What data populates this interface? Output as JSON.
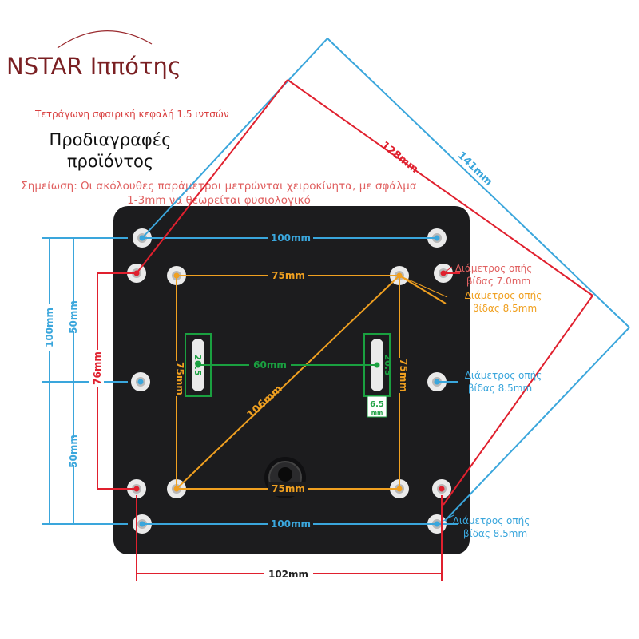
{
  "brand": {
    "name": "NSTAR Ιππότης"
  },
  "header": {
    "subtitle": "Τετράγωνη σφαιρική κεφαλή 1.5 ιντσών",
    "title": "Προδιαγραφές προϊόντος",
    "note": "Σημείωση: Οι ακόλουθες παράμετροι μετρώνται χειροκίνητα, με σφάλμα 1-3mm να θεωρείται φυσιολογικό"
  },
  "dimensions": {
    "diag_141": "141mm",
    "diag_128": "128mm",
    "diag_106": "106mm",
    "top_100": "100mm",
    "bottom_100": "100mm",
    "top_75": "75mm",
    "bottom_75": "75mm",
    "left_75": "75mm",
    "right_75": "75mm",
    "center_60": "60mm",
    "slot_20_5_left": "20.5",
    "slot_20_5_right": "20.5",
    "slot_6_5": "6.5",
    "slot_6_5_unit": "mm",
    "left_100": "100mm",
    "left_50_top": "50mm",
    "left_50_bottom": "50mm",
    "left_76": "76mm",
    "bottom_102": "102mm"
  },
  "callouts": {
    "hole_7": {
      "line1": "Διάμετρος οπής",
      "line2": "βίδας 7.0mm"
    },
    "hole_85_orange": {
      "line1": "Διάμετρος οπής",
      "line2": "βίδας 8.5mm"
    },
    "hole_85_mid": {
      "line1": "Διάμετρος οπής",
      "line2": "βίδας 8.5mm"
    },
    "hole_85_bottom": {
      "line1": "Διάμετρος οπής",
      "line2": "βίδας 8.5mm"
    }
  },
  "colors": {
    "blue": "#3aa6dc",
    "red": "#e0202e",
    "orange": "#f0a020",
    "green": "#1aa040",
    "plate": "#1c1c1e"
  }
}
